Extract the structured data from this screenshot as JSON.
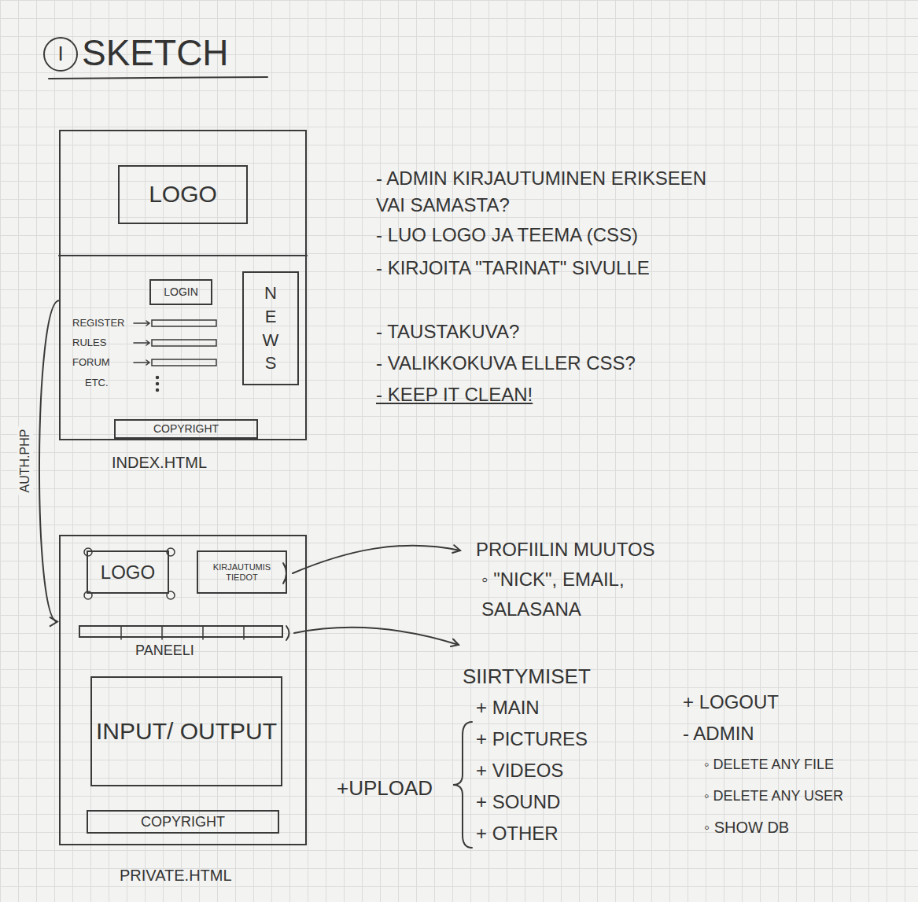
{
  "diagram": {
    "title": "SKETCH",
    "nodes": [
      {
        "text": [
          "I"
        ]
      },
      {
        "text": [
          "INDEX.HTML"
        ]
      },
      {
        "text": [
          "LOGO"
        ],
        "in": 1
      },
      {
        "text": [
          "LOGIN"
        ],
        "in": 1
      },
      {
        "text": [
          "NEWS"
        ],
        "in": 1
      },
      {
        "text": [
          "COPYRIGHT"
        ],
        "in": 1
      },
      {
        "text": [
          "PRIVATE.HTML"
        ]
      },
      {
        "text": [
          "LOGO"
        ],
        "in": 6
      },
      {
        "text": [
          "KIRJAUTUMIS TIEDOT"
        ],
        "in": 6
      },
      {
        "text": [
          "PANEELI"
        ],
        "in": 6
      },
      {
        "text": [
          "INPUT/ OUTPUT"
        ],
        "in": 6
      },
      {
        "text": [
          "COPYRIGHT"
        ],
        "in": 6
      }
    ],
    "edges": [
      {
        "from": 1,
        "to": 6,
        "arrow": "to",
        "label": "AUTH.PHP"
      }
    ],
    "labels": [
      "- ADMIN KIRJAUTUMINEN ERIKSEEN VAI SAMASTA?",
      "- LUO LOGO JA TEEMA (CSS)",
      "- KIRJOITA \"TARINAT\" SIVULLE",
      "- TAUSTAKUVA?",
      "- VALIKKOKUVA ELLER CSS?",
      "- KEEP IT CLEAN!",
      "REGISTER",
      "RULES",
      "FORUM",
      "ETC.",
      "PROFIILIN MUUTOS",
      "◦ \"NICK\", EMAIL, SALASANA",
      "SIIRTYMISET",
      "+ MAIN",
      "+ PICTURES",
      "+ VIDEOS",
      "+ SOUND",
      "+ OTHER",
      "+UPLOAD",
      "+ LOGOUT",
      "- ADMIN",
      "◦ DELETE ANY FILE",
      "◦ DELETE ANY USER",
      "◦ SHOW DB"
    ]
  }
}
